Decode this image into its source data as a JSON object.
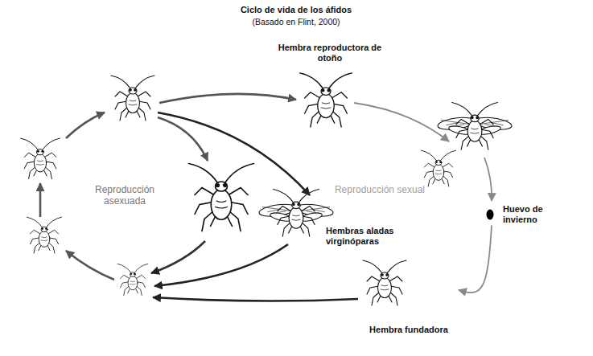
{
  "diagram": {
    "title": "Ciclo de vida de los áfidos",
    "nodes": [
      {
        "text": [
          "Hembra reproductora de otoño"
        ]
      },
      {
        "text": [
          "Hembras aladas virginóparas"
        ]
      },
      {
        "text": [
          "Huevo de invierno"
        ]
      },
      {
        "text": [
          "Hembra fundadora"
        ]
      }
    ],
    "edges": [
      {
        "from": 2,
        "to": 3,
        "arrow": "to"
      }
    ],
    "labels": [
      "(Basado en Flint, 2000)",
      "Reproducción asexuada",
      "Reproducción sexual"
    ]
  }
}
